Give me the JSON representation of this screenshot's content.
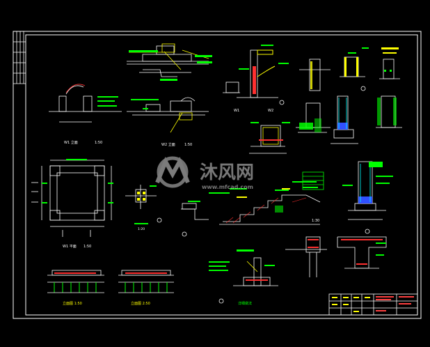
{
  "colors": {
    "background": "#000000",
    "frame": "#ffffff",
    "linework": "#ffffff",
    "annotation": "#00ff00",
    "highlight": "#ffff00",
    "accent": "#ff2020",
    "cyan": "#00ffff",
    "blue": "#3050ff"
  },
  "watermark": {
    "brand": "沐风网",
    "url": "www.mfcad.com",
    "logo": "mf-logo-icon"
  },
  "labels": {
    "w1_elevation": "W1 立面",
    "w1_elevation_scale": "1:50",
    "w2_elevation": "W2 立面",
    "w2_elevation_scale": "1:50",
    "w1_plan": "W1 平面",
    "w1_plan_scale": "1:50",
    "section_1": "立面图 1:50",
    "section_2": "立面图 2:50",
    "detail_1": "W1",
    "detail_2": "W2",
    "stair_detail": "1:30",
    "bottom_detail": "详细做法",
    "small_detail": "1:20"
  }
}
